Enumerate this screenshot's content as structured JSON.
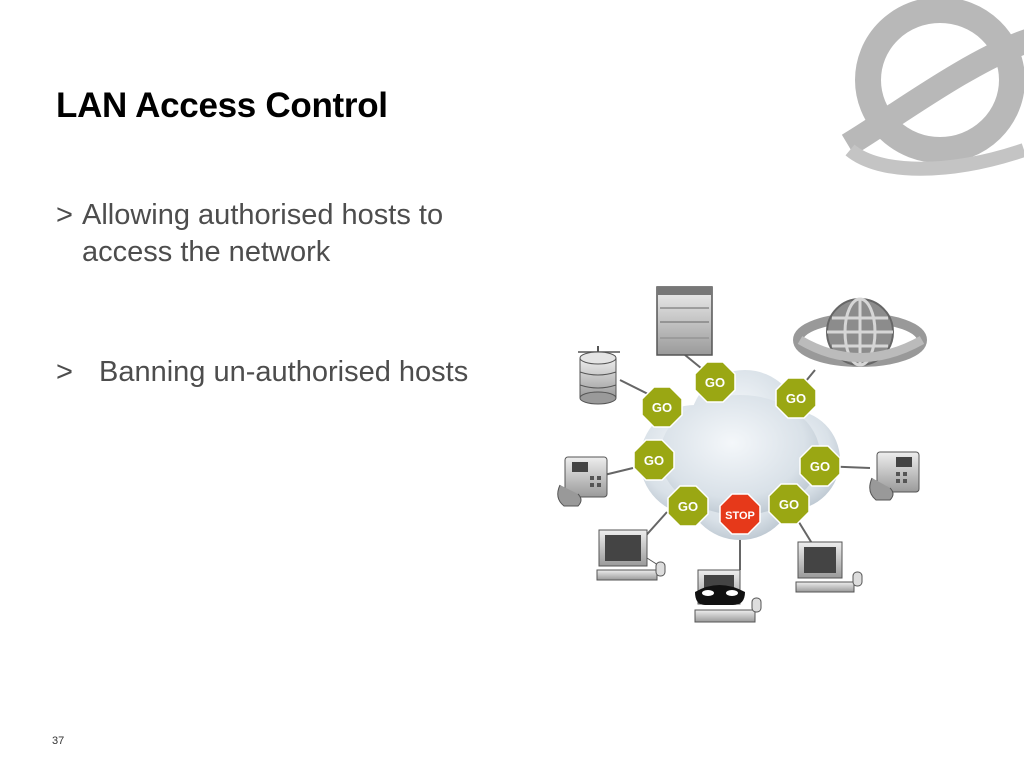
{
  "slide": {
    "title": "LAN Access Control",
    "bullets": [
      {
        "marker": ">",
        "text": "Allowing authorised hosts to access the network"
      },
      {
        "marker": ">",
        "text": "Banning un-authorised hosts"
      }
    ],
    "page_number": "37"
  },
  "diagram": {
    "go_label": "GO",
    "stop_label": "STOP",
    "colors": {
      "go": "#9aa713",
      "stop": "#e6391a",
      "cloud": "#dfe6ec",
      "logo": "#b3b3b3"
    }
  }
}
